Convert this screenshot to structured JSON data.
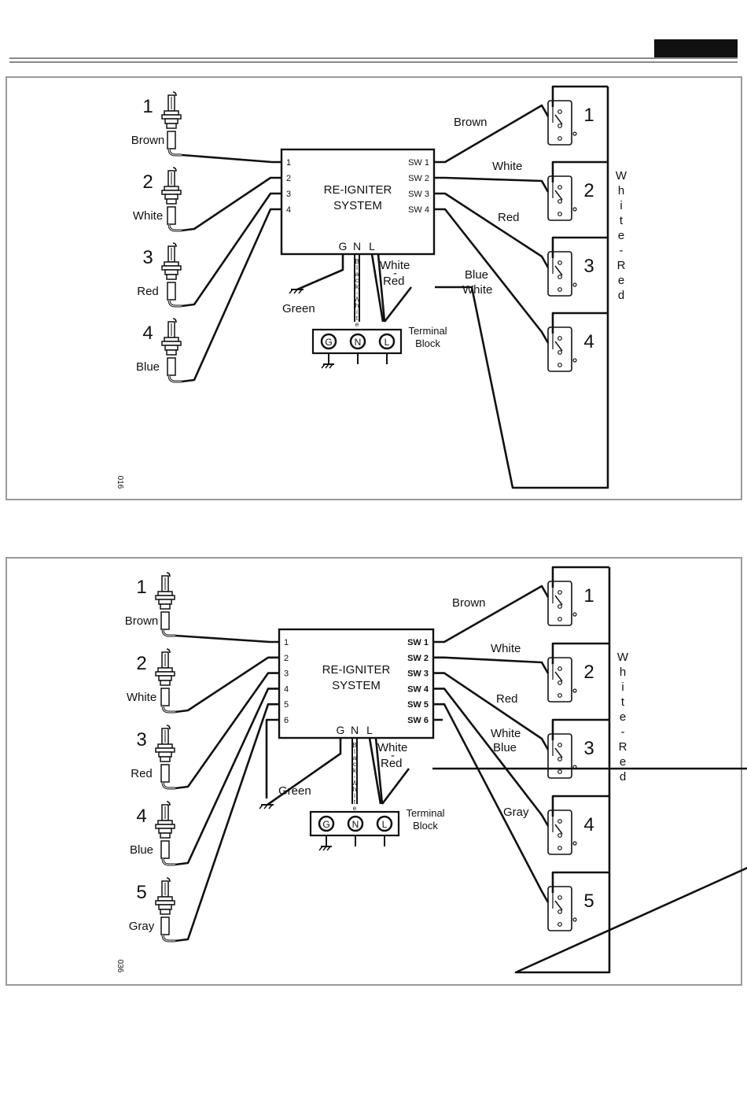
{
  "diagrams": [
    {
      "code": "016",
      "box_title": [
        "RE-IGNITER",
        "SYSTEM"
      ],
      "in_pins": [
        "1",
        "2",
        "3",
        "4"
      ],
      "sw_pins": [
        "SW 1",
        "SW 2",
        "SW 3",
        "SW 4"
      ],
      "gnl": [
        "G",
        "N",
        "L"
      ],
      "plugs": [
        {
          "num": "1",
          "color": "Brown"
        },
        {
          "num": "2",
          "color": "White"
        },
        {
          "num": "3",
          "color": "Red"
        },
        {
          "num": "4",
          "color": "Blue"
        }
      ],
      "switches": [
        "1",
        "2",
        "3",
        "4"
      ],
      "wire_labels": [
        "Brown",
        "White",
        "Red",
        "Blue",
        "White"
      ],
      "green": "Green",
      "bw_vertical": "Black-White",
      "white_red": [
        "White",
        "-",
        "Red"
      ],
      "terminal": [
        "G",
        "N",
        "L"
      ],
      "terminal_label": [
        "Terminal",
        "Block"
      ],
      "rail_label": [
        "W",
        "h",
        "i",
        "t",
        "e",
        "-",
        "R",
        "e",
        "d"
      ]
    },
    {
      "code": "036",
      "box_title": [
        "RE-IGNITER",
        "SYSTEM"
      ],
      "in_pins": [
        "1",
        "2",
        "3",
        "4",
        "5",
        "6"
      ],
      "sw_pins": [
        "SW 1",
        "SW 2",
        "SW 3",
        "SW 4",
        "SW 5",
        "SW 6"
      ],
      "gnl": [
        "G",
        "N",
        "L"
      ],
      "plugs": [
        {
          "num": "1",
          "color": "Brown"
        },
        {
          "num": "2",
          "color": "White"
        },
        {
          "num": "3",
          "color": "Red"
        },
        {
          "num": "4",
          "color": "Blue"
        },
        {
          "num": "5",
          "color": "Gray"
        }
      ],
      "switches": [
        "1",
        "2",
        "3",
        "4",
        "5"
      ],
      "wire_labels": [
        "Brown",
        "White",
        "Red",
        "White",
        "Blue",
        "Gray"
      ],
      "green": "Green",
      "bw_vertical": "Black-White",
      "white_red": [
        "White",
        "-",
        "Red"
      ],
      "terminal": [
        "G",
        "N",
        "L"
      ],
      "terminal_label": [
        "Terminal",
        "Block"
      ],
      "rail_label": [
        "W",
        "h",
        "i",
        "t",
        "e",
        "-",
        "R",
        "e",
        "d"
      ]
    }
  ]
}
